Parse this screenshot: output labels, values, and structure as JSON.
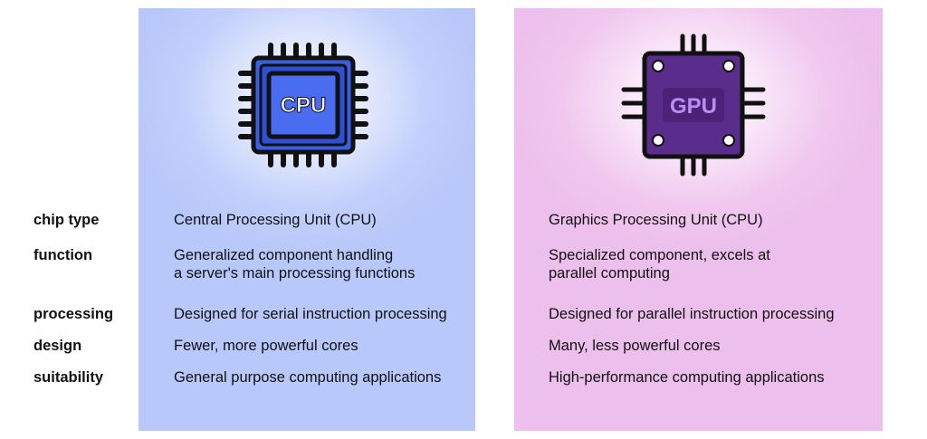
{
  "cpu": {
    "chip_text": "CPU",
    "chip_type": "Central Processing Unit (CPU)",
    "function": [
      "Generalized component handling",
      "a server's main processing functions"
    ],
    "processing": "Designed for serial instruction processing",
    "design": "Fewer, more powerful cores",
    "suitability": "General purpose computing applications"
  },
  "gpu": {
    "chip_text": "GPU",
    "chip_type": "Graphics Processing Unit (CPU)",
    "function": [
      "Specialized component, excels at",
      "parallel computing"
    ],
    "processing": "Designed for parallel instruction processing",
    "design": "Many, less powerful cores",
    "suitability": "High-performance computing applications"
  },
  "row_labels": {
    "chip_type": "chip type",
    "function": "function",
    "processing": "processing",
    "design": "design",
    "suitability": "suitability"
  },
  "colors": {
    "cpu_panel": "#b9c8fa",
    "gpu_panel": "#edbfec",
    "cpu_chip": "#3a5ee6",
    "gpu_chip": "#5a2d8c",
    "gpu_chip_text": "#b88ef0"
  },
  "icons": [
    "cpu-chip-icon",
    "gpu-chip-icon"
  ]
}
